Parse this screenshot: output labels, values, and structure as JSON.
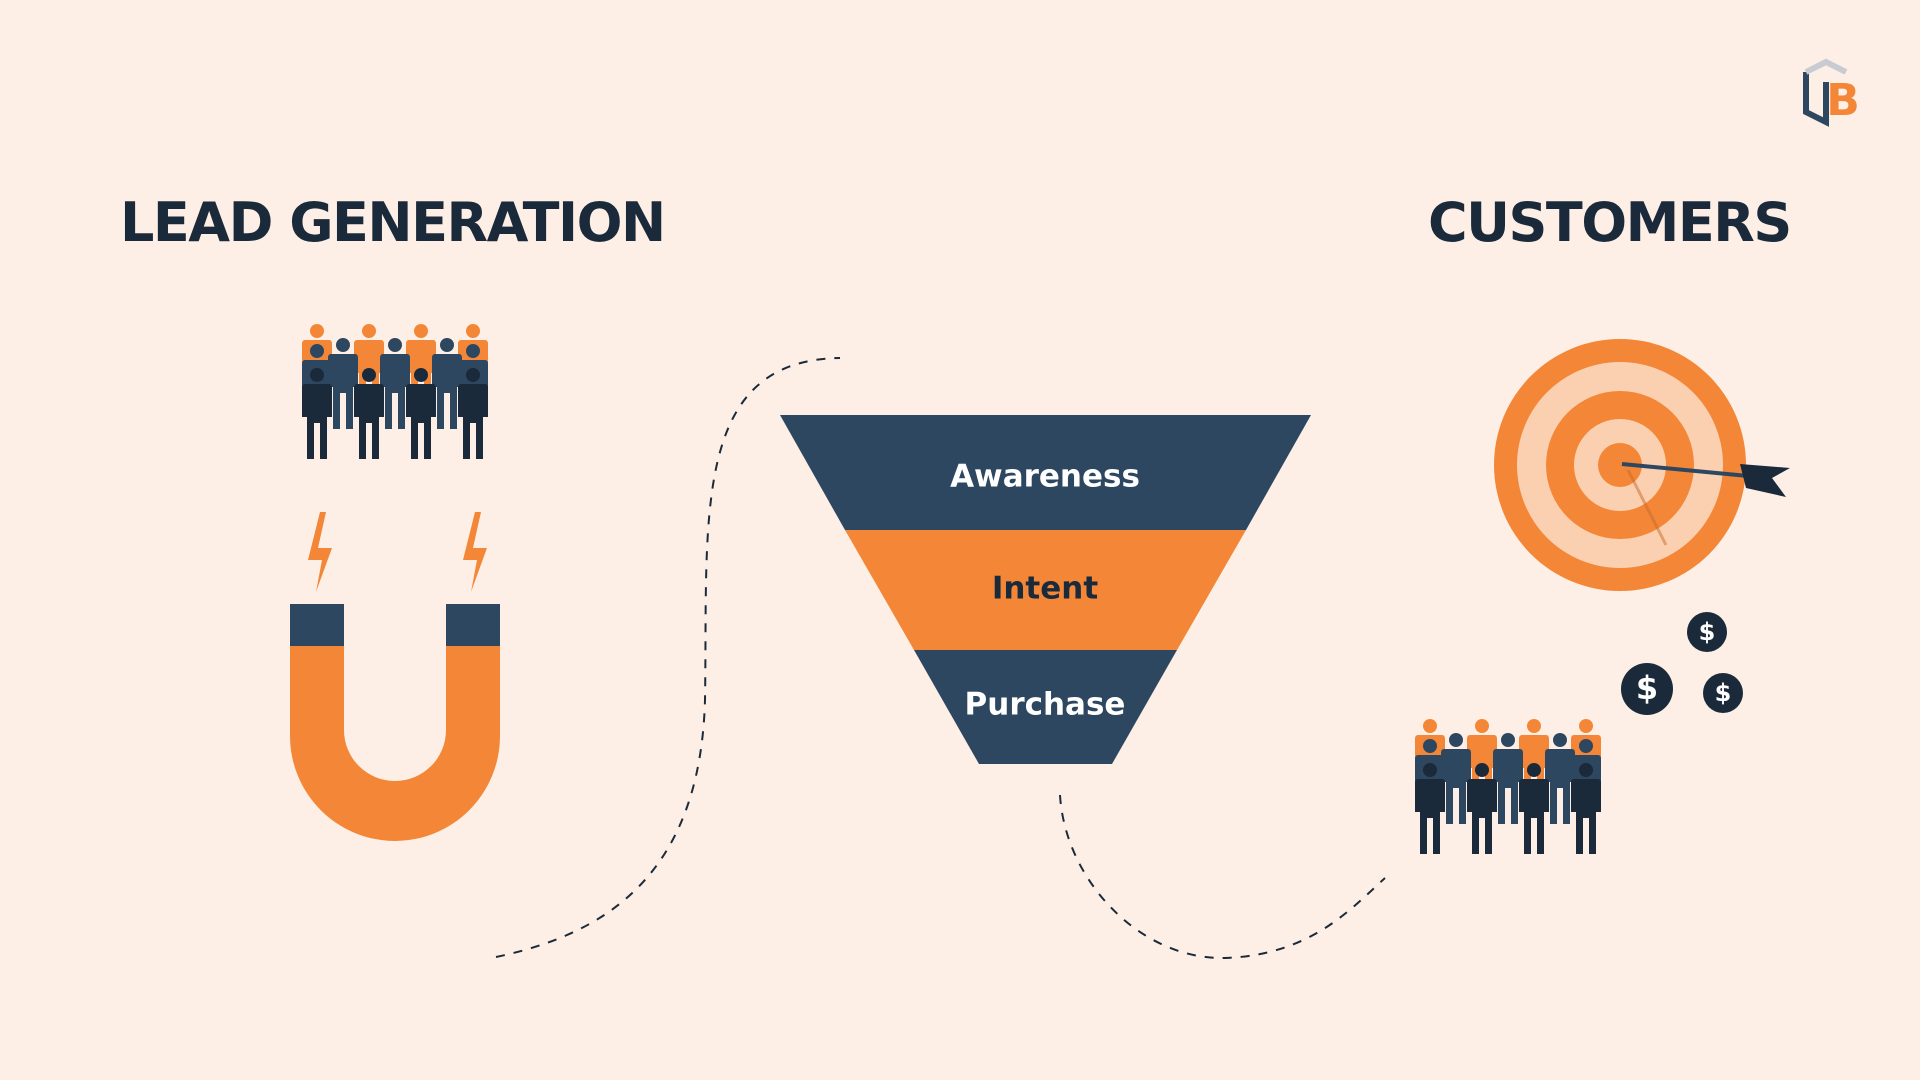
{
  "headings": {
    "left": "LEAD GENERATION",
    "right": "CUSTOMERS"
  },
  "funnel": {
    "stages": [
      {
        "label": "Awareness",
        "fill": "#2e4761",
        "text_color": "#ffffff"
      },
      {
        "label": "Intent",
        "fill": "#f38737",
        "text_color": "#1b2a3a"
      },
      {
        "label": "Purchase",
        "fill": "#2e4761",
        "text_color": "#ffffff"
      }
    ]
  },
  "currency_symbol": "$",
  "logo": {
    "text": "B"
  },
  "icons": [
    "people-group-icon",
    "magnet-icon",
    "lightning-icon",
    "funnel-icon",
    "target-icon",
    "arrow-icon",
    "dollar-coin-icon",
    "brand-logo-icon"
  ],
  "colors": {
    "background": "#fdefe6",
    "navy": "#1b2a3a",
    "slate": "#2e4761",
    "orange": "#f38737",
    "light_orange": "#fbd0b1"
  }
}
